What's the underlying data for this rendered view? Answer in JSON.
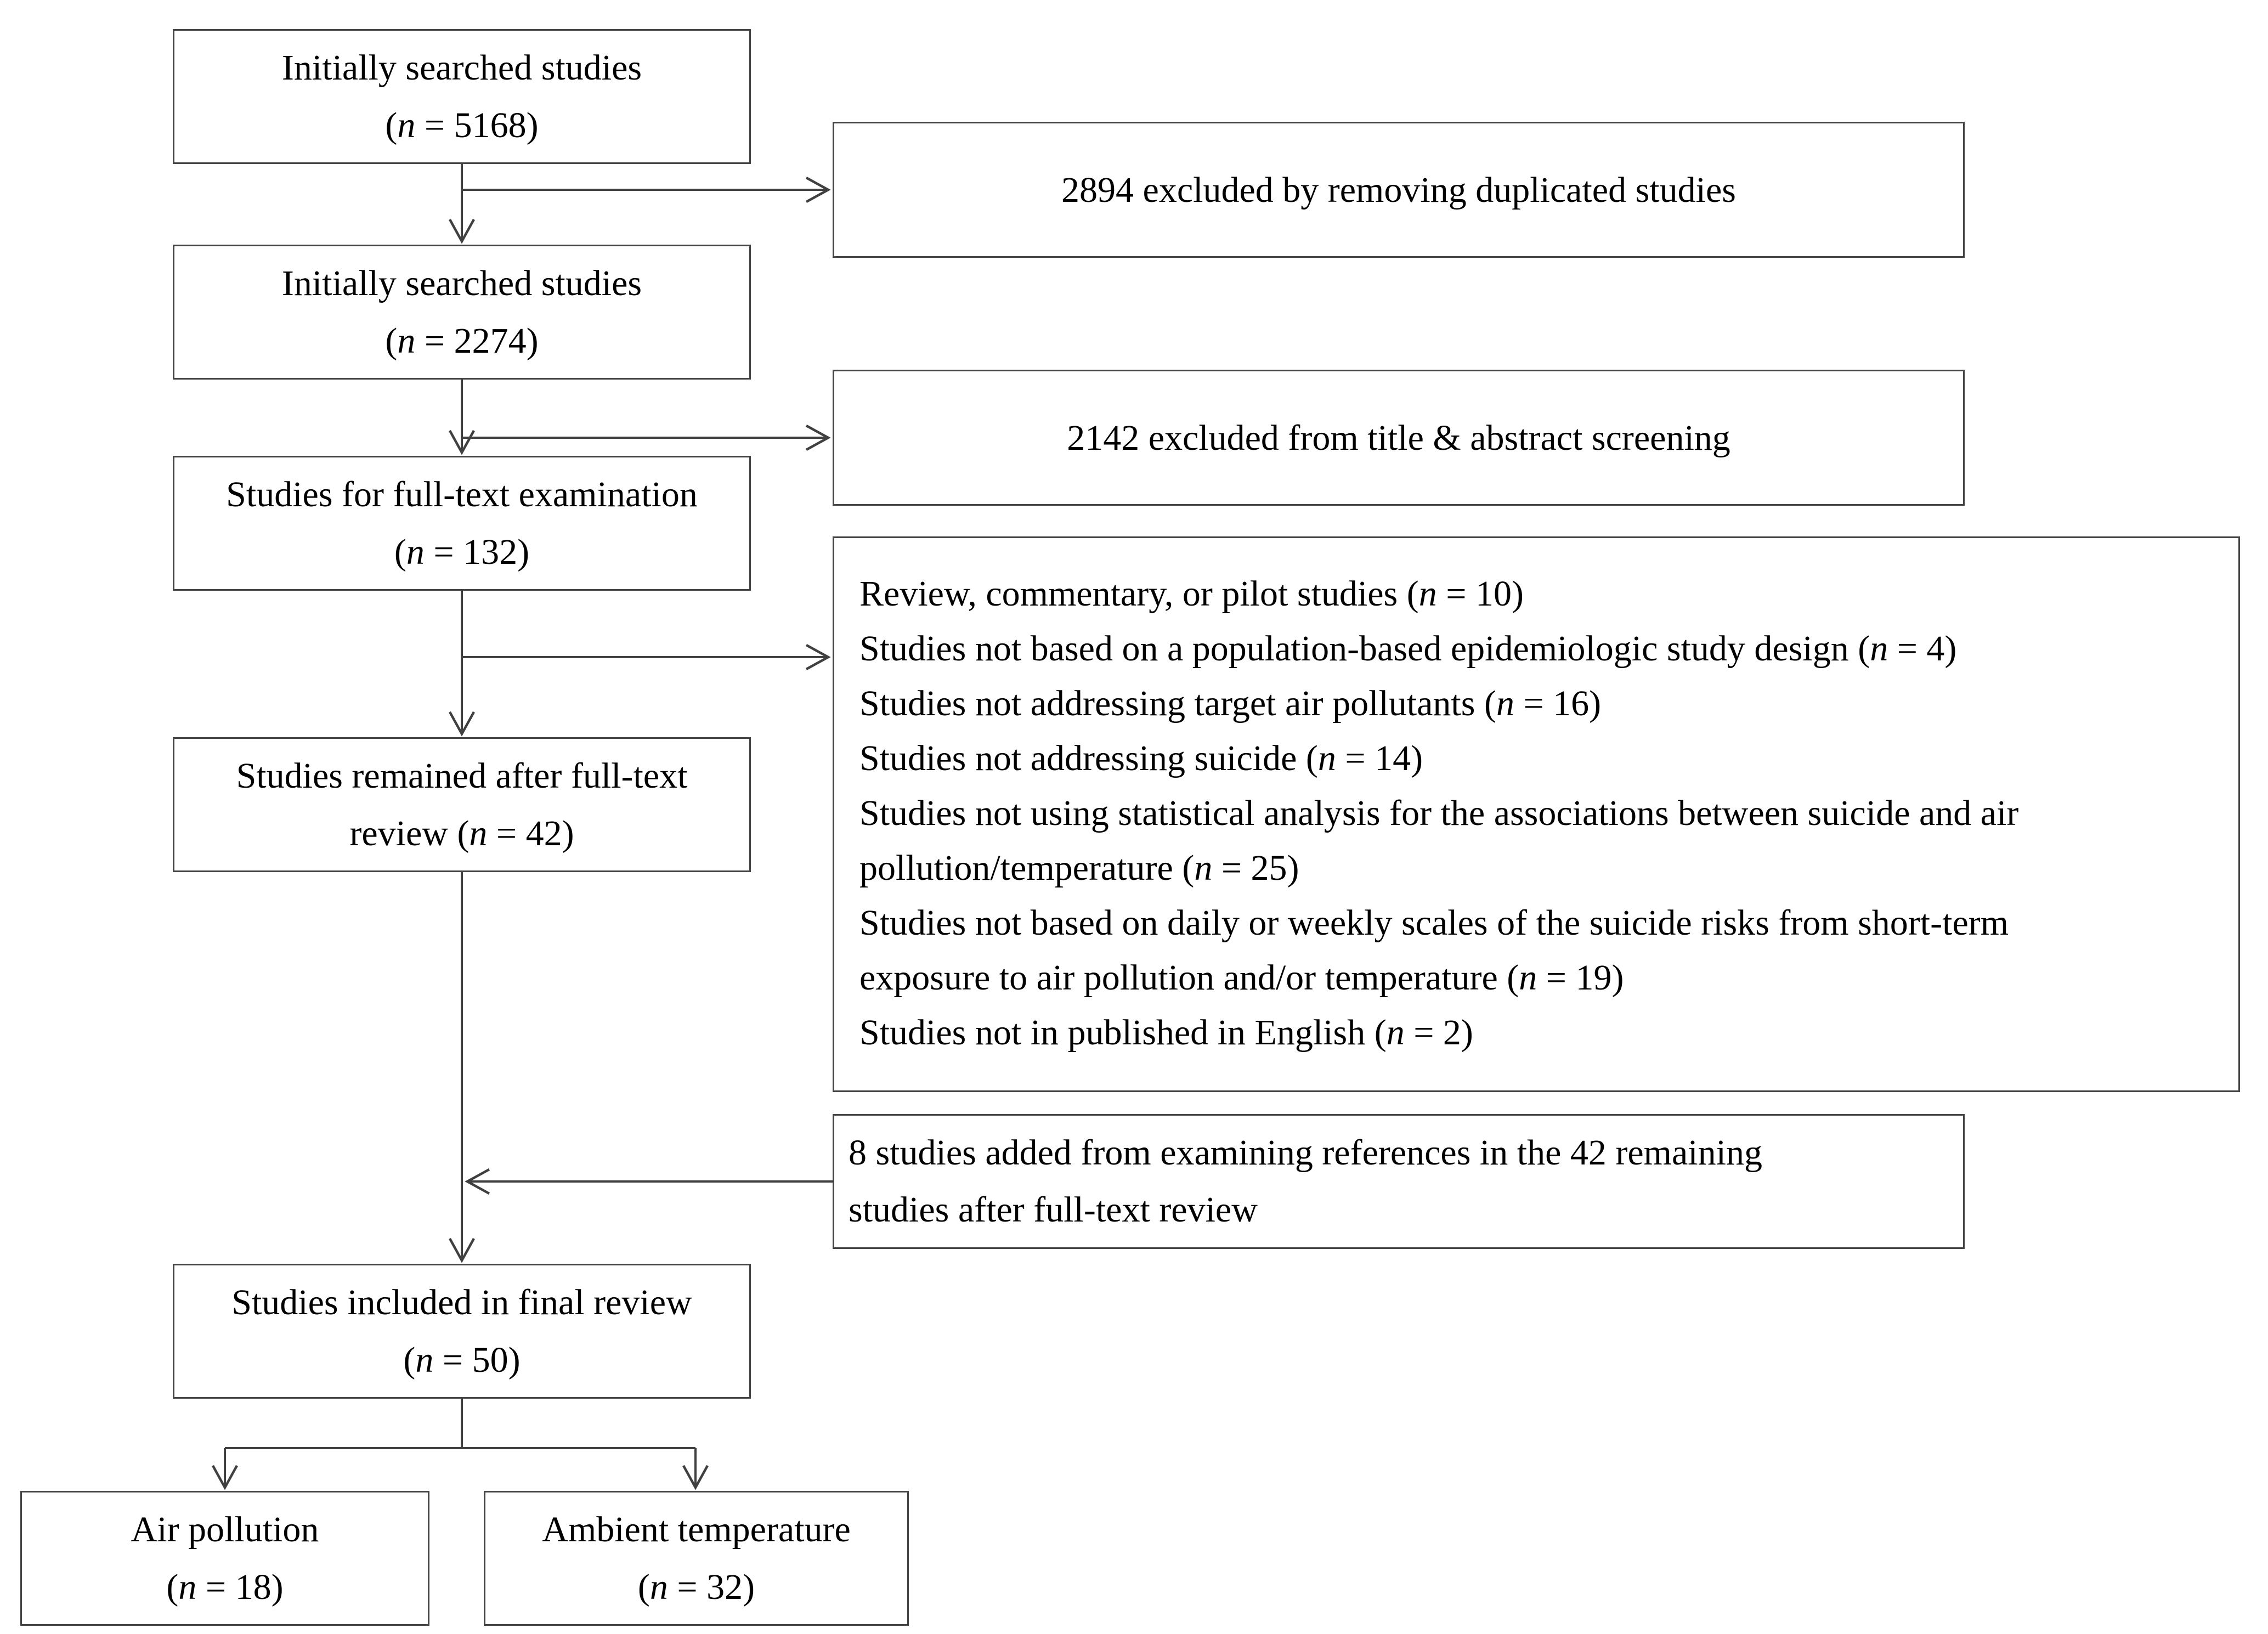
{
  "flow": {
    "boxes": {
      "initial_search": {
        "text": "Initially searched studies\n(n = 5168)"
      },
      "dedup_excluded": {
        "text": "2894 excluded by removing duplicated studies"
      },
      "after_dedup": {
        "text": "Initially searched studies\n(n = 2274)"
      },
      "screening_excluded": {
        "text": "2142 excluded from title & abstract screening"
      },
      "fulltext_examination": {
        "text": "Studies for full-text examination\n(n = 132)"
      },
      "fulltext_exclusions": {
        "text": "Review, commentary, or pilot studies (n = 10)\nStudies not based on a population-based epidemiologic study design (n = 4)\nStudies not addressing target air pollutants (n = 16)\nStudies not addressing suicide (n = 14)\nStudies not using statistical analysis for the associations between suicide and air\npollution/temperature (n = 25)\nStudies not based on daily or weekly scales of the suicide risks from short-term\nexposure to air pollution and/or temperature (n = 19)\nStudies not in published in English (n = 2)"
      },
      "remained_after_fulltext": {
        "text": "Studies remained after full-text\nreview (n = 42)"
      },
      "references_added": {
        "text": "8 studies added from examining references in the 42 remaining\nstudies after full-text review"
      },
      "final_review": {
        "text": "Studies included in final review\n(n = 50)"
      },
      "air_pollution": {
        "text": "Air pollution\n(n = 18)"
      },
      "ambient_temperature": {
        "text": "Ambient temperature\n(n = 32)"
      }
    }
  }
}
